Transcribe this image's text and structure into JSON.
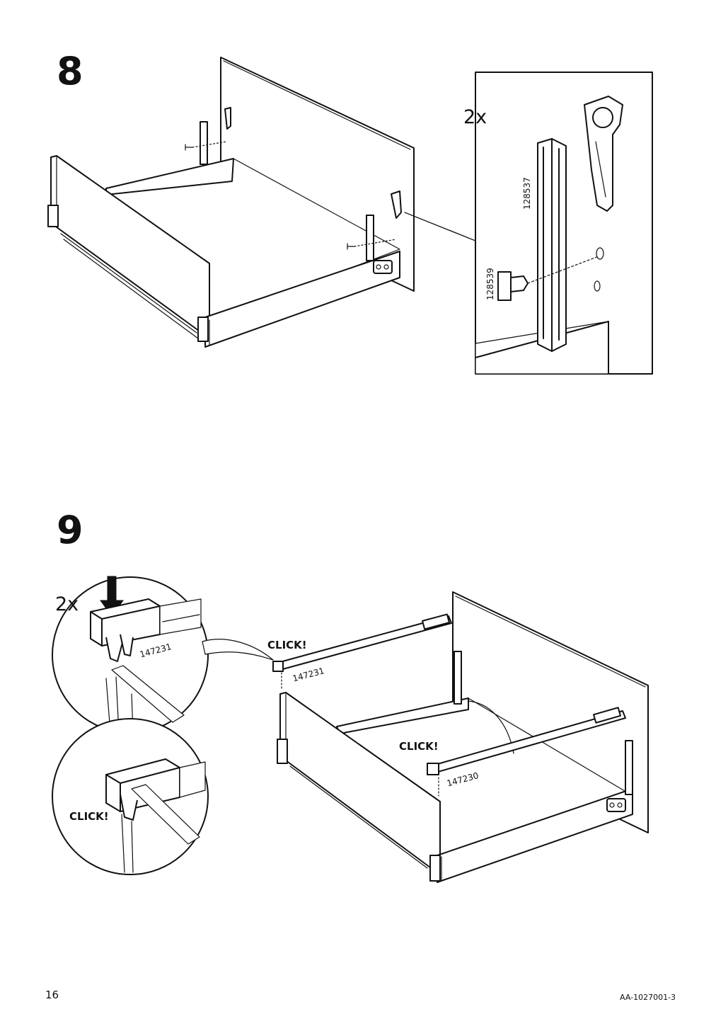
{
  "step8": {
    "number": "8",
    "detail": {
      "quantity": "2x",
      "part_upper": "128537",
      "part_lower": "128539"
    }
  },
  "step9": {
    "number": "9",
    "detail": {
      "quantity": "2x",
      "part_clip": "147231",
      "click_label": "CLICK!"
    },
    "main": {
      "rail_front_part": "147231",
      "rail_back_part": "147230",
      "click_front": "CLICK!",
      "click_back": "CLICK!"
    }
  },
  "footer": {
    "page_number": "16",
    "doc_id": "AA-1027001-3"
  }
}
